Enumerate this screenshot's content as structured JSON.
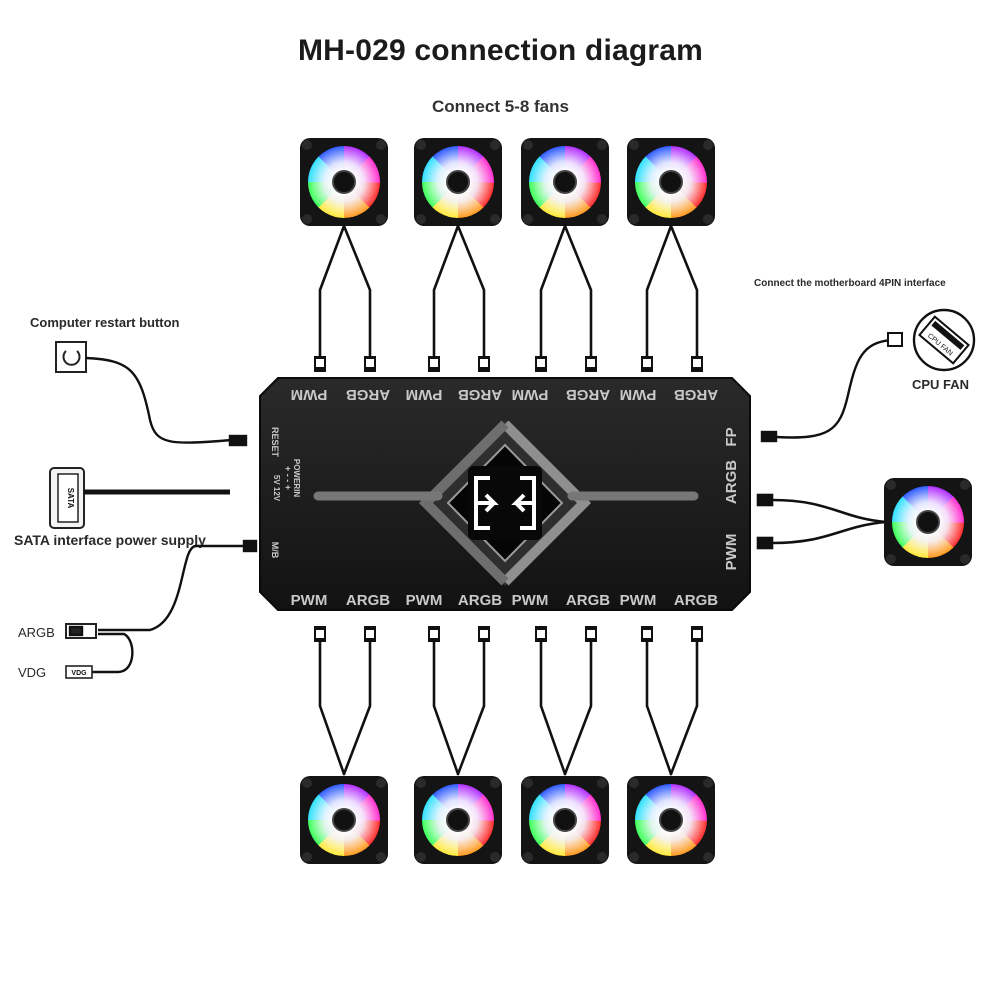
{
  "title": "MH-029 connection diagram",
  "subtitle": "Connect 5-8 fans",
  "labels": {
    "restart": "Computer restart button",
    "sata": "SATA interface power supply",
    "argb": "ARGB",
    "vdg": "VDG",
    "motherboard": "Connect the motherboard 4PIN interface",
    "cpu_fan": "CPU FAN"
  },
  "hub": {
    "top_ports": [
      "PWM",
      "ARGB",
      "PWM",
      "ARGB",
      "PWM",
      "ARGB",
      "PWM",
      "ARGB"
    ],
    "bottom_ports": [
      "PWM",
      "ARGB",
      "PWM",
      "ARGB",
      "PWM",
      "ARGB",
      "PWM",
      "ARGB"
    ],
    "left_ports": [
      "RESET",
      "POWERIN",
      "+ - - +",
      "5V 12V",
      "M/B"
    ],
    "right_ports": [
      "FP",
      "ARGB",
      "PWM"
    ]
  },
  "connector_text": {
    "sata": "SATA",
    "vdg": "VDG",
    "cpu_fan": "CPU FAN"
  },
  "icons": [
    "power-restart-icon",
    "sata-connector-icon",
    "argb-connector-icon",
    "vdg-connector-icon",
    "cpu-fan-header-icon",
    "rgb-fan-icon"
  ],
  "colors": {
    "hub": "#1a1a1a",
    "port_text": "#c9c9c9",
    "cable": "#111111"
  }
}
